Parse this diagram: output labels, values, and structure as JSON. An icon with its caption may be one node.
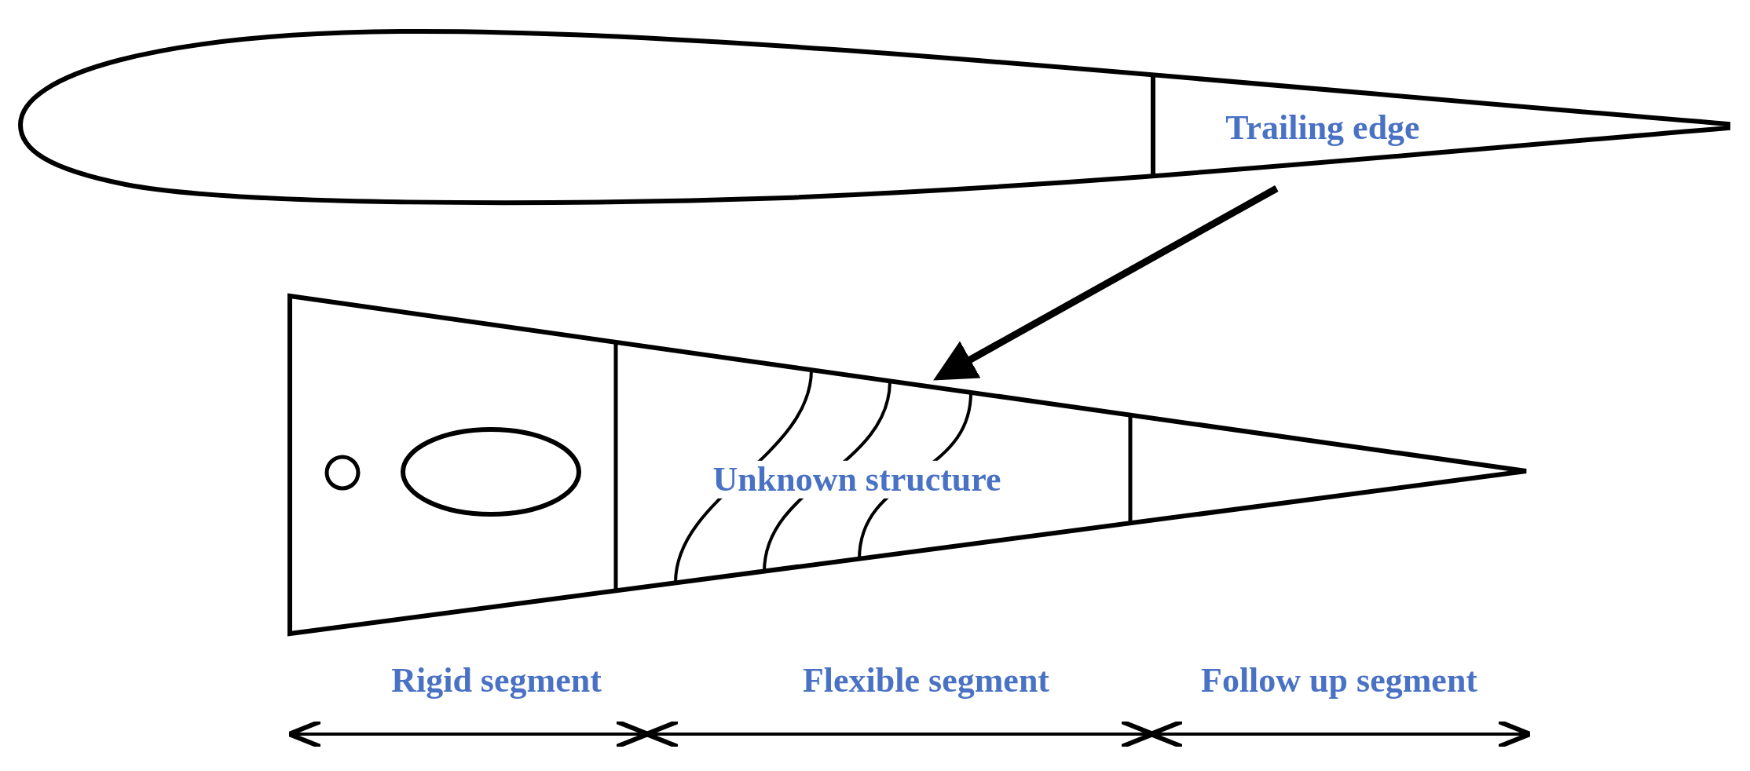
{
  "diagram": {
    "nodes": [
      {
        "text": [
          "Trailing edge"
        ]
      },
      {
        "text": [
          "Unknown structure"
        ]
      }
    ],
    "edges": [
      {
        "from": 0,
        "to": 1,
        "arrow": "to"
      }
    ],
    "labels": [
      "Rigid segment",
      "Flexible segment",
      "Follow up segment"
    ]
  }
}
